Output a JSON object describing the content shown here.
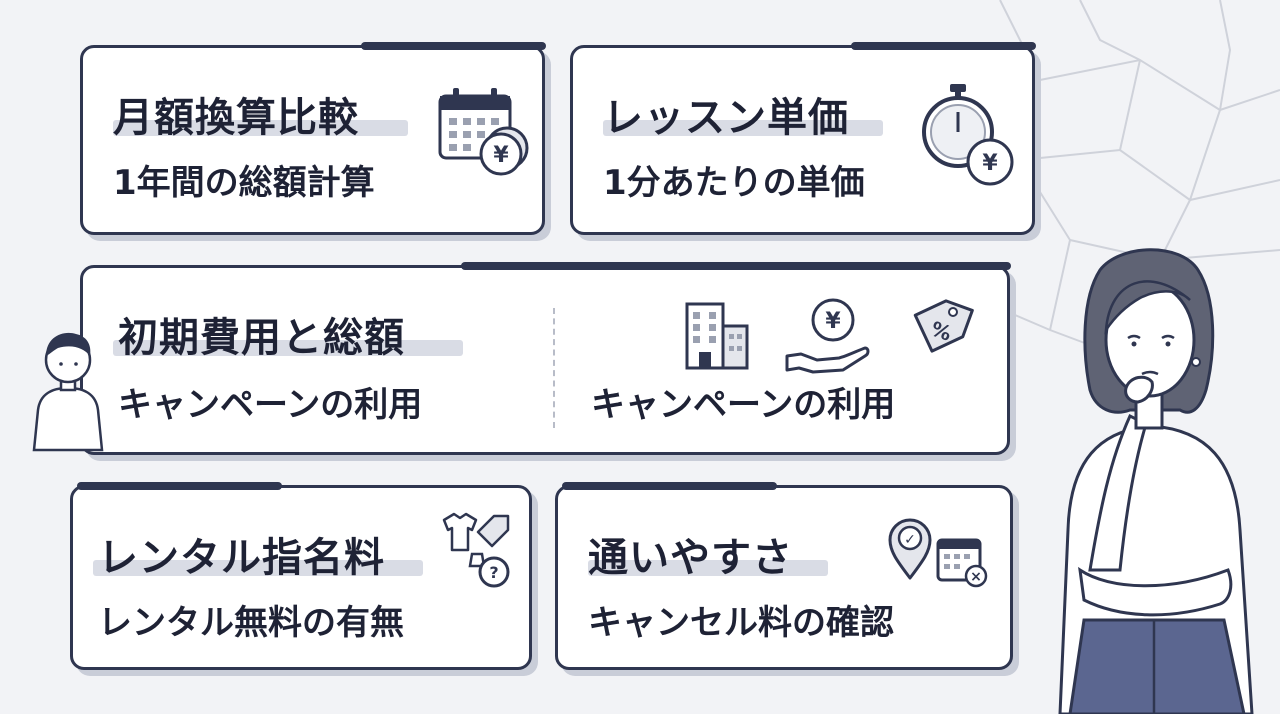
{
  "cards": {
    "monthly": {
      "title": "月額換算比較",
      "subtitle": "1年間の総額計算"
    },
    "lesson": {
      "title": "レッスン単価",
      "subtitle": "1分あたりの単価"
    },
    "initial": {
      "title": "初期費用と総額",
      "subtitle": "キャンペーンの利用",
      "subtitle_right": "キャンペーンの利用"
    },
    "rental": {
      "title": "レンタル指名料",
      "subtitle": "レンタル無料の有無"
    },
    "access": {
      "title": "通いやすさ",
      "subtitle": "キャンセル料の確認"
    }
  },
  "icons": {
    "yen_symbol": "¥",
    "percent_symbol": "%",
    "question_symbol": "?",
    "check_symbol": "✓",
    "cross_symbol": "×"
  },
  "colors": {
    "navy": "#2f3650",
    "highlight": "#d9dce5",
    "background": "#f2f3f6"
  }
}
